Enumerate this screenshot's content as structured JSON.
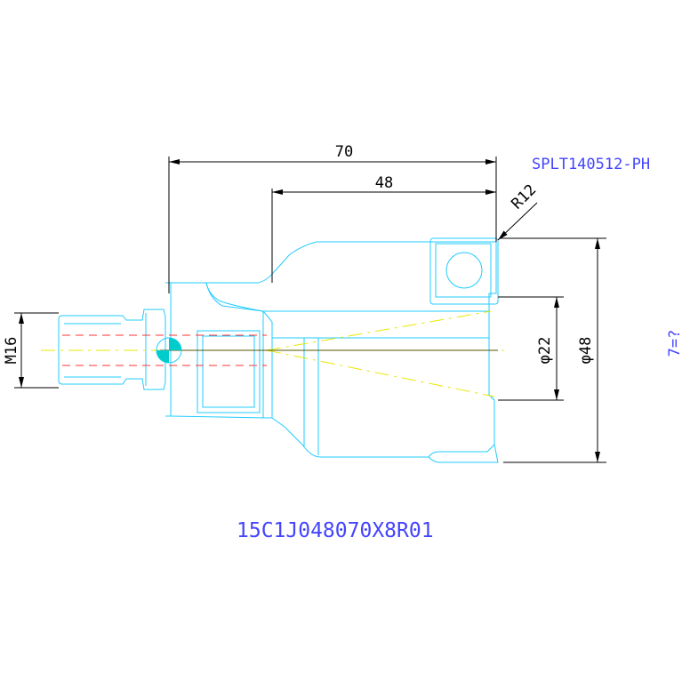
{
  "drawing": {
    "insert_code": "SPLT140512-PH",
    "part_number": "15C1J048070X8R01",
    "edge_text": "7=?",
    "dimensions": {
      "overall_length": "70",
      "insert_length": "48",
      "corner_radius": "R12",
      "thread": "M16",
      "bore_diameter": "φ22",
      "cut_diameter": "φ48"
    },
    "colors": {
      "part_outline": "#22ccff",
      "dimension": "#000000",
      "label_text": "#4444ff",
      "centerline_red": "#ff3333",
      "centerline_yellow": "#e8e800",
      "hub_marker": "#00cccc"
    }
  }
}
